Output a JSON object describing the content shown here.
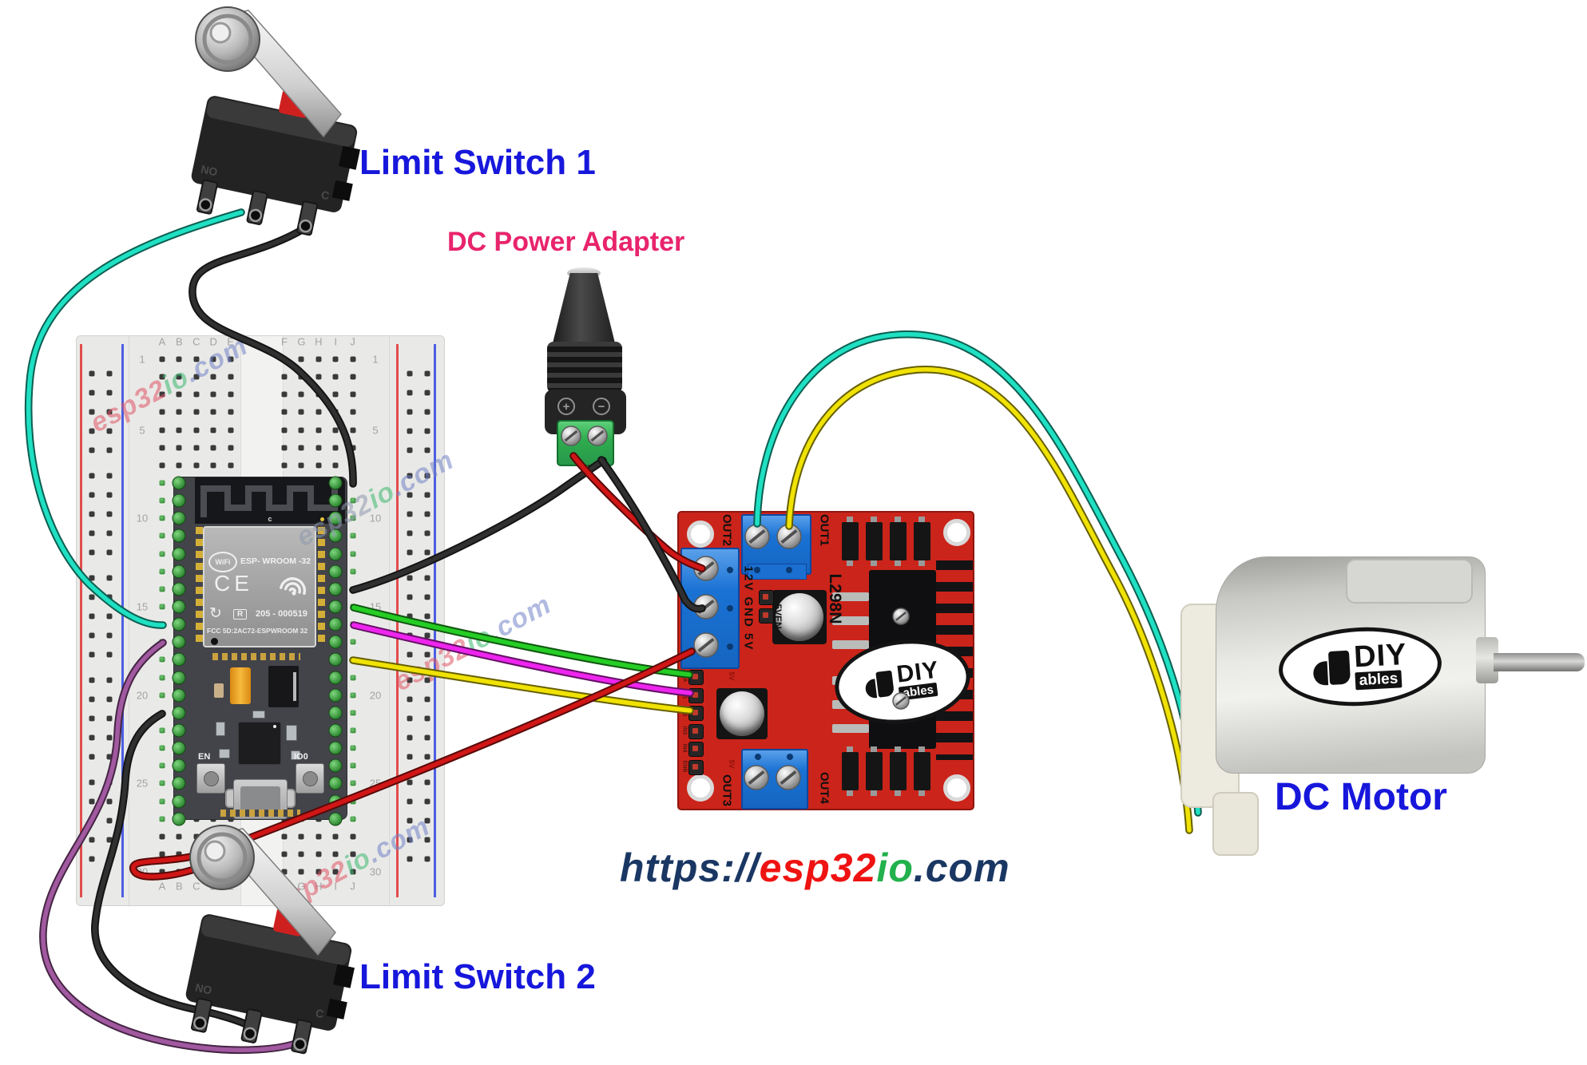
{
  "diagram": {
    "labels": {
      "limit_switch_1": "Limit Switch 1",
      "dc_power_adapter": "DC Power Adapter",
      "limit_switch_2": "Limit Switch 2",
      "dc_motor": "DC Motor"
    },
    "url": {
      "protocol": "https://",
      "domain_red": "esp32",
      "domain_green": "io",
      "tld": ".com"
    },
    "watermark": {
      "p1": "esp32",
      "p2": "io",
      "p3": ".com"
    }
  },
  "breadboard": {
    "columns_left": [
      "A",
      "B",
      "C",
      "D",
      "E"
    ],
    "columns_right": [
      "F",
      "G",
      "H",
      "I",
      "J"
    ],
    "row_numbers": [
      "1",
      "5",
      "10",
      "15",
      "20",
      "25",
      "30"
    ]
  },
  "esp32": {
    "wifi_logo": "WiFi",
    "module_name": "ESP- WROOM -32",
    "ce_mark": "CE",
    "reg_letter": "R",
    "reg_number": "205 - 000519",
    "fcc_line": "FCC 5D:2AC72-ESPWROOM 32",
    "antenna_label": "c",
    "button_en": "EN",
    "button_io0": "IO0"
  },
  "l298n": {
    "chip_label": "L298N",
    "terminals": {
      "out1": "OUT1",
      "out2": "OUT2",
      "out3": "OUT3",
      "out4": "OUT4",
      "power": "12V GND 5V",
      "jumper": "5VEN"
    },
    "pin_labels": [
      "ENA",
      "IN1",
      "IN2",
      "IN3",
      "IN4",
      "ENB"
    ],
    "labels_5v": "5V",
    "logo": {
      "line1": "DIY",
      "line2": "ables"
    }
  },
  "motor": {
    "logo": {
      "line1": "DIY",
      "line2": "ables"
    }
  },
  "power_adapter": {
    "plus": "+",
    "minus": "−"
  },
  "limit_switch": {
    "pin_no": "NO",
    "pin_c": "C"
  },
  "wire_colors": {
    "teal": "#1fe0c2",
    "black": "#303030",
    "red": "#d01616",
    "green": "#25cd25",
    "magenta": "#ee25ee",
    "yellow": "#f0e204",
    "purple": "#a159a0"
  }
}
